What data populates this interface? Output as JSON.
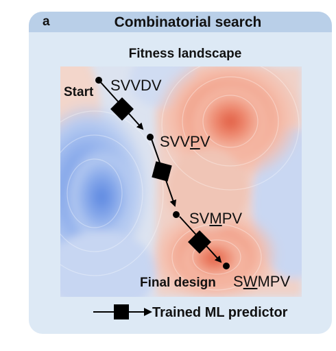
{
  "panel": {
    "letter": "a",
    "title": "Combinatorial search",
    "subtitle": "Fitness landscape"
  },
  "labels": {
    "start": "Start",
    "final_design": "Final design"
  },
  "sequences": [
    {
      "pre": "SVVDV",
      "mut": "",
      "post": ""
    },
    {
      "pre": "SVV",
      "mut": "P",
      "post": "V"
    },
    {
      "pre": "SV",
      "mut": "M",
      "post": "PV"
    },
    {
      "pre": "S",
      "mut": "W",
      "post": "MPV"
    }
  ],
  "legend": {
    "label": "Trained ML predictor"
  },
  "colors": {
    "panel_bg": "#dde9f5",
    "header_bg": "#b9cfe8",
    "high_fitness": "#e8644c",
    "low_fitness": "#5f8de0"
  }
}
